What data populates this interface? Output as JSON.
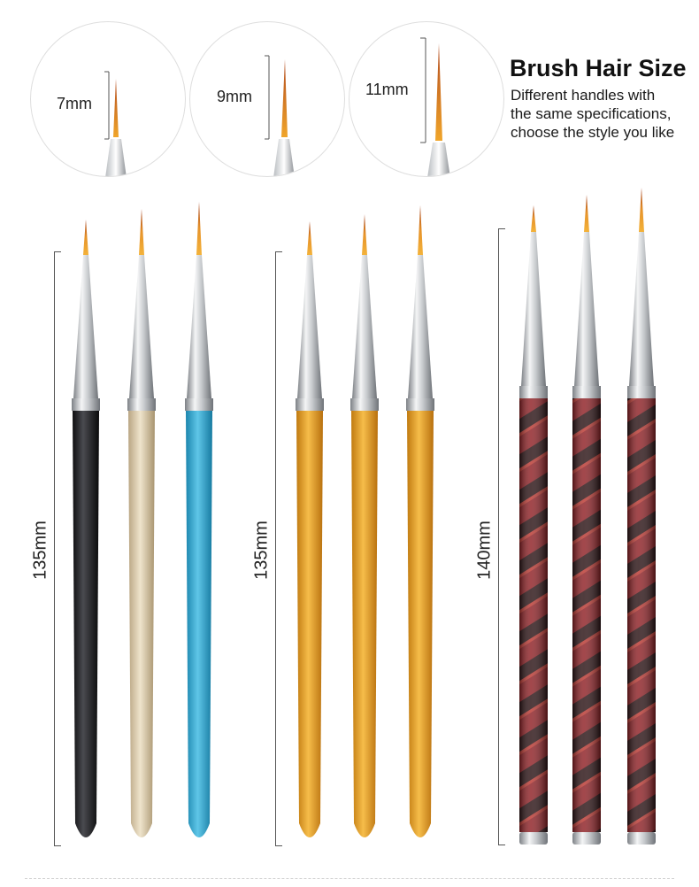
{
  "header": {
    "title": "Brush Hair Size",
    "description_lines": [
      "Different handles with",
      "the same specifications,",
      "choose the style you like"
    ]
  },
  "tip_sizes": [
    {
      "label": "7mm"
    },
    {
      "label": "9mm"
    },
    {
      "label": "11mm"
    }
  ],
  "brush_groups": [
    {
      "length_label": "135mm",
      "handle_colors": [
        "black",
        "champagne-gold",
        "sky-blue"
      ]
    },
    {
      "length_label": "135mm",
      "handle_colors": [
        "golden-orange",
        "golden-orange",
        "golden-orange"
      ]
    },
    {
      "length_label": "140mm",
      "handle_colors": [
        "red-black-spiral",
        "red-black-spiral",
        "red-black-spiral"
      ]
    }
  ],
  "colors": {
    "black_handle": "#1c1c1e",
    "champagne_handle": "#d8c7a4",
    "blue_handle": "#2fa4cf",
    "gold_handle": "#e09a1f",
    "spiral_red": "#8e1f24",
    "spiral_dark": "#2a1113",
    "bristle": "#e39a2d",
    "bristle_tip": "#c0632a",
    "ferrule_silver": "#d6d8db"
  }
}
